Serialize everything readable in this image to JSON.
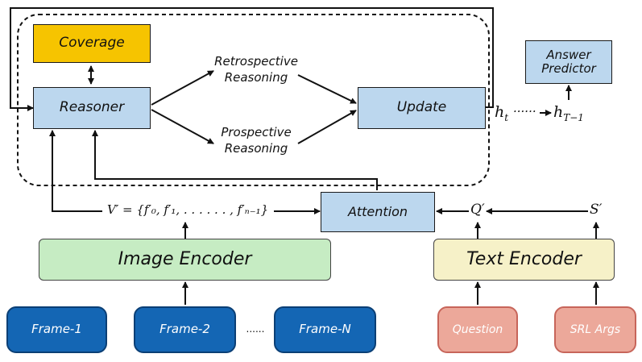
{
  "boxes": {
    "coverage": "Coverage",
    "reasoner": "Reasoner",
    "update": "Update",
    "answer_predictor": "Answer Predictor",
    "attention": "Attention",
    "image_encoder": "Image Encoder",
    "text_encoder": "Text Encoder"
  },
  "reasoning": {
    "retrospective": "Retrospective Reasoning",
    "prospective": "Prospective Reasoning"
  },
  "frames": [
    "Frame-1",
    "Frame-2",
    "Frame-N"
  ],
  "frames_ellipsis": "......",
  "inputs": [
    "Question",
    "SRL Args"
  ],
  "math": {
    "h_t": "h",
    "h_t_sub": "t",
    "dots": "······",
    "h_T": "h",
    "h_T_sub": "T−1",
    "v_prime": "V′ = {f′₀, f′₁, . . . . . . , f′ₙ₋₁}",
    "q_prime": "Q′",
    "s_prime": "S′"
  }
}
